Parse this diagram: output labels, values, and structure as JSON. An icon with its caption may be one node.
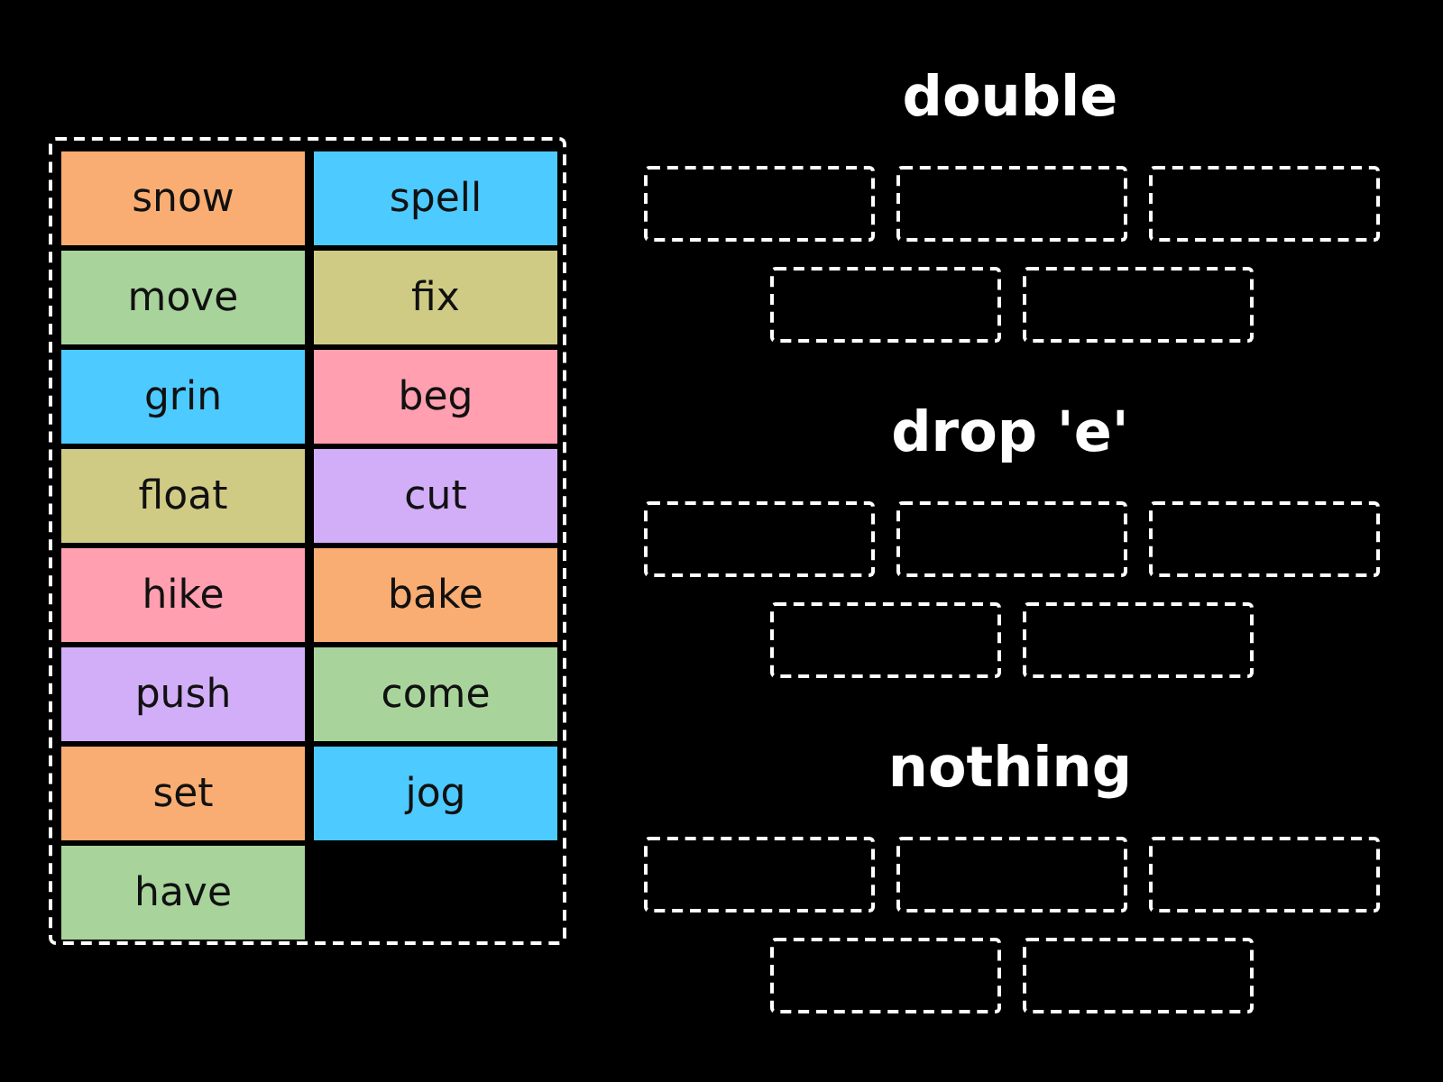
{
  "diagram": {
    "nodes": [
      {
        "text": [],
        "shape": "box"
      },
      {
        "text": [
          "snow"
        ],
        "in": 0
      },
      {
        "text": [
          "spell"
        ],
        "in": 0
      },
      {
        "text": [
          "move"
        ],
        "in": 0
      },
      {
        "text": [
          "fix"
        ],
        "in": 0
      },
      {
        "text": [
          "grin"
        ],
        "in": 0
      },
      {
        "text": [
          "beg"
        ],
        "in": 0
      },
      {
        "text": [
          "float"
        ],
        "in": 0
      },
      {
        "text": [
          "cut"
        ],
        "in": 0
      },
      {
        "text": [
          "hike"
        ],
        "in": 0
      },
      {
        "text": [
          "bake"
        ],
        "in": 0
      },
      {
        "text": [
          "push"
        ],
        "in": 0
      },
      {
        "text": [
          "come"
        ],
        "in": 0
      },
      {
        "text": [
          "set"
        ],
        "in": 0
      },
      {
        "text": [
          "jog"
        ],
        "in": 0
      },
      {
        "text": [
          "have"
        ],
        "in": 0
      },
      {
        "text": [],
        "shape": "box"
      },
      {
        "text": [],
        "shape": "box"
      },
      {
        "text": [],
        "shape": "box"
      },
      {
        "text": [],
        "shape": "box"
      },
      {
        "text": [],
        "shape": "box"
      },
      {
        "text": [],
        "shape": "box"
      },
      {
        "text": [],
        "shape": "box"
      },
      {
        "text": [],
        "shape": "box"
      },
      {
        "text": [],
        "shape": "box"
      },
      {
        "text": [],
        "shape": "box"
      },
      {
        "text": [],
        "shape": "box"
      },
      {
        "text": [],
        "shape": "box"
      },
      {
        "text": [],
        "shape": "box"
      },
      {
        "text": [],
        "shape": "box"
      },
      {
        "text": [],
        "shape": "box"
      }
    ],
    "edges": [],
    "labels": [
      "double",
      "drop 'e'",
      "nothing"
    ]
  }
}
